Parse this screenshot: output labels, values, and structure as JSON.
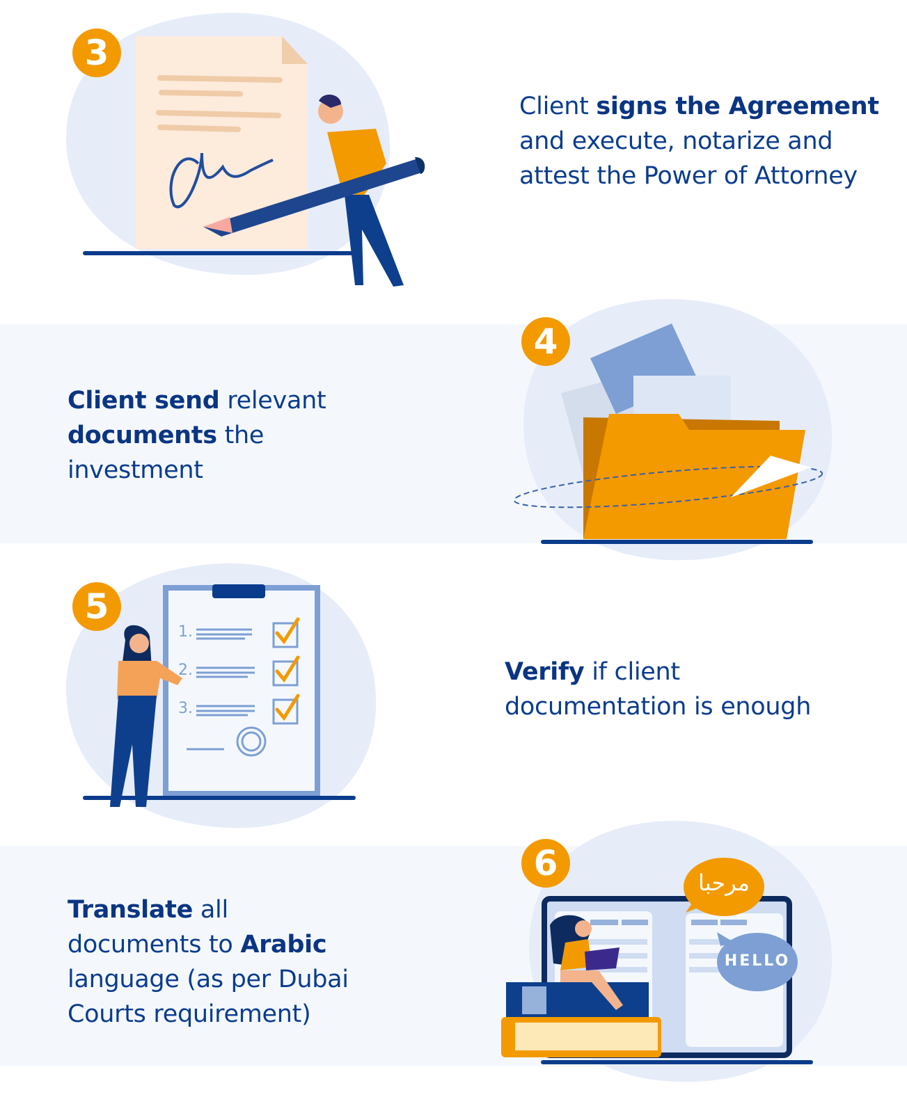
{
  "colors": {
    "accent": "#f39a00",
    "text": "#0b3c8c",
    "band": "#f4f8fd",
    "blob": "#e6edf9"
  },
  "steps": [
    {
      "number": "3",
      "text_parts": [
        "Client ",
        "signs the Agreement",
        " and execute, notarize and attest the Power of Attorney"
      ]
    },
    {
      "number": "4",
      "text_parts": [
        "Client send",
        " relevant ",
        "documents",
        " the investment"
      ]
    },
    {
      "number": "5",
      "text_parts": [
        "Verify",
        " if client documentation is enough"
      ],
      "checklist": [
        "1.",
        "2.",
        "3."
      ]
    },
    {
      "number": "6",
      "text_parts": [
        "Translate",
        " all documents to ",
        "Arabic",
        " language (as per Dubai Courts requirement)"
      ],
      "bubbles": {
        "arabic": "مرحبا",
        "english": "HELLO"
      }
    }
  ]
}
